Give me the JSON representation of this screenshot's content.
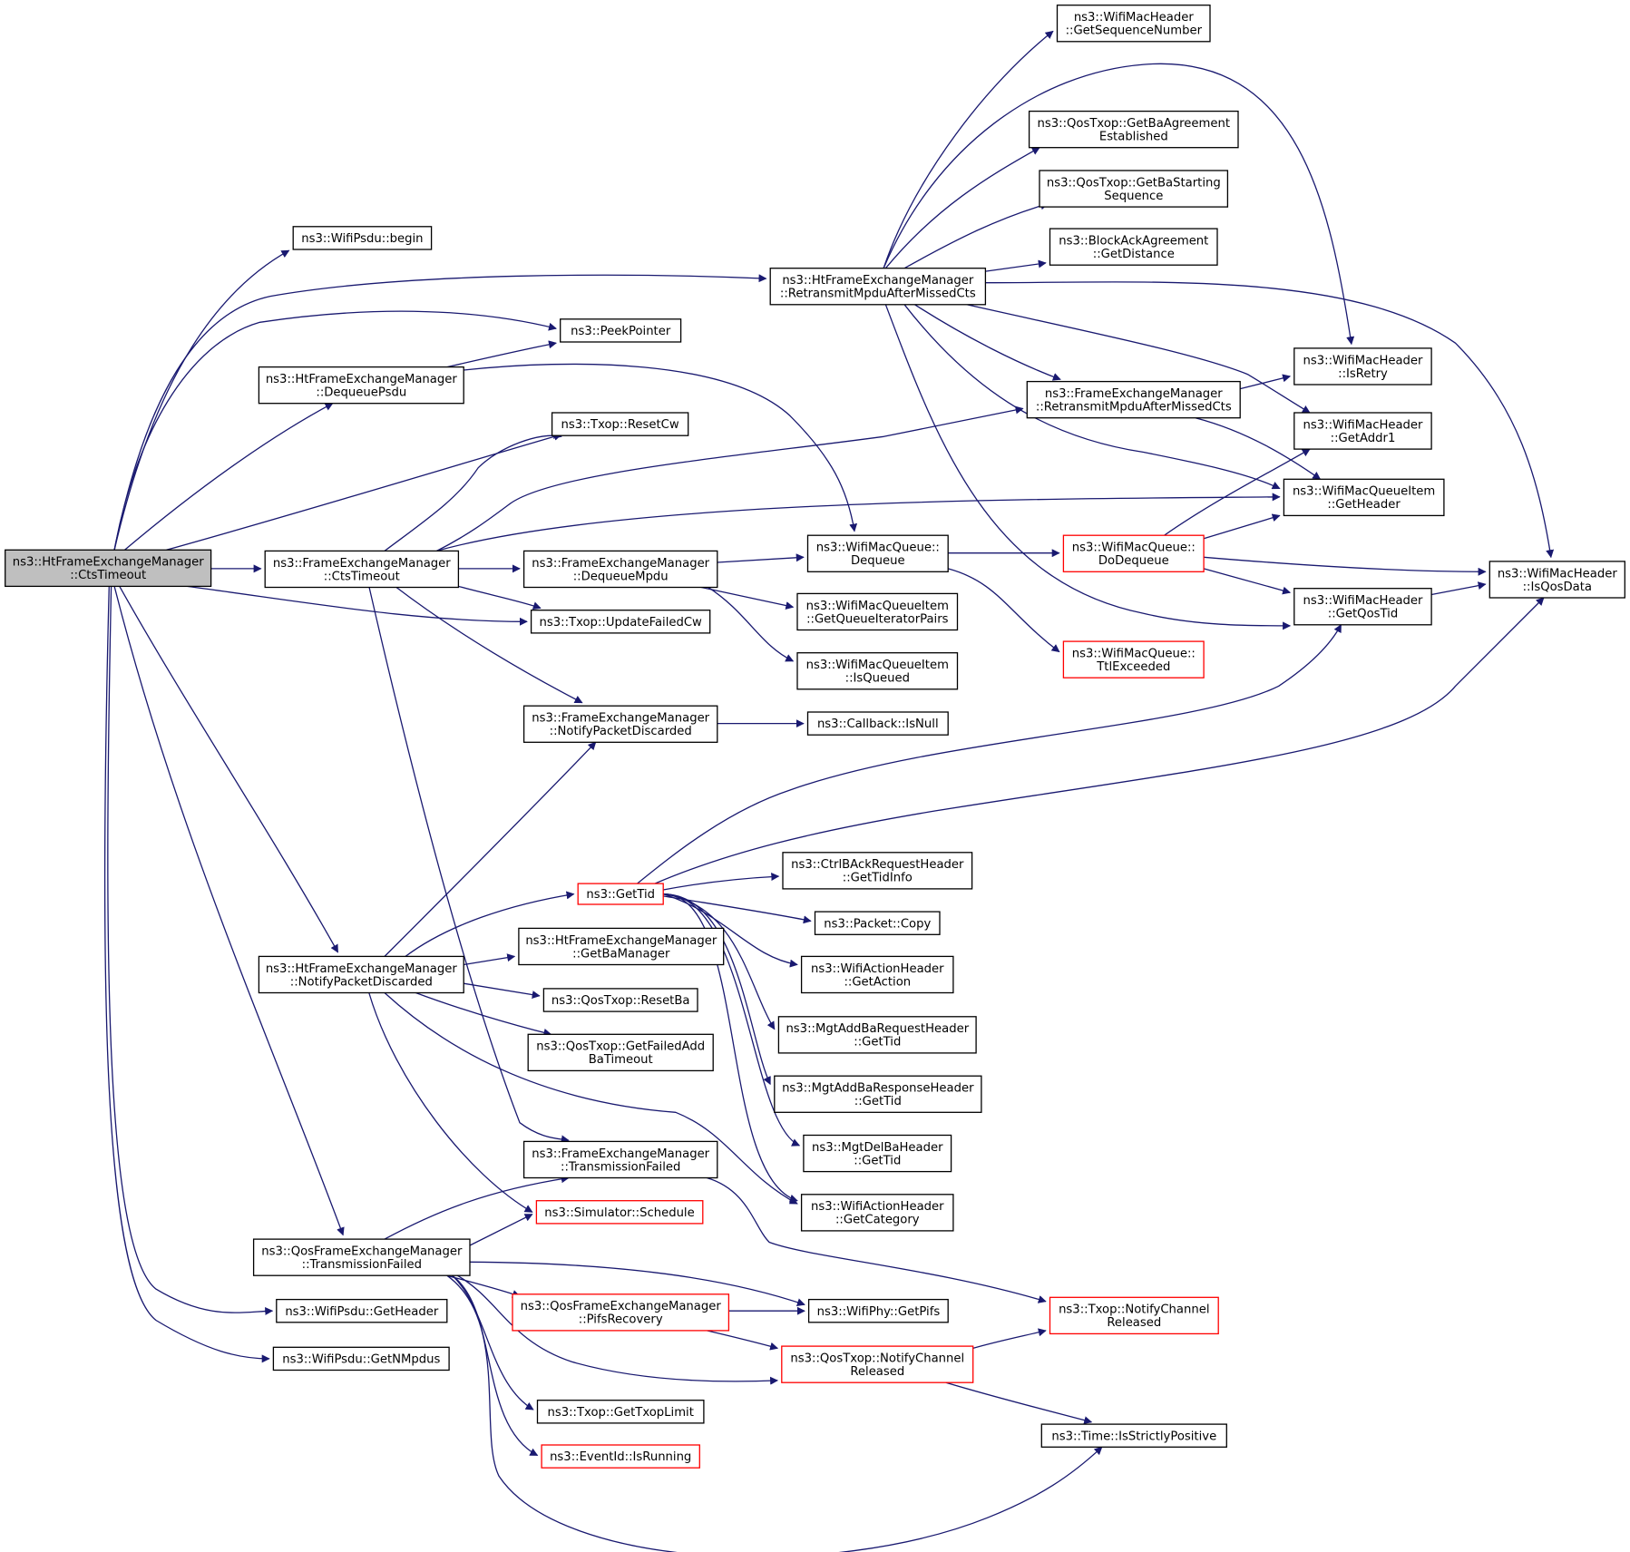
{
  "colors": {
    "edge": "#191970",
    "box_border": "#000000",
    "box_border_truncated": "#ff0000",
    "root_fill": "#bfbfbf"
  },
  "nodes": {
    "root": [
      "ns3::HtFrameExchangeManager",
      "::CtsTimeout"
    ],
    "wifipsdu_begin": [
      "ns3::WifiPsdu::begin"
    ],
    "ht_retransmit": [
      "ns3::HtFrameExchangeManager",
      "::RetransmitMpduAfterMissedCts"
    ],
    "peekpointer": [
      "ns3::PeekPointer"
    ],
    "ht_dequeuepsdu": [
      "ns3::HtFrameExchangeManager",
      "::DequeuePsdu"
    ],
    "txop_resetcw": [
      "ns3::Txop::ResetCw"
    ],
    "fem_ctstimeout": [
      "ns3::FrameExchangeManager",
      "::CtsTimeout"
    ],
    "fem_dequeuempdu": [
      "ns3::FrameExchangeManager",
      "::DequeueMpdu"
    ],
    "txop_updatefailedcw": [
      "ns3::Txop::UpdateFailedCw"
    ],
    "fem_notifypacketdiscarded": [
      "ns3::FrameExchangeManager",
      "::NotifyPacketDiscarded"
    ],
    "gettid": [
      "ns3::GetTid"
    ],
    "ht_notifypacketdiscarded": [
      "ns3::HtFrameExchangeManager",
      "::NotifyPacketDiscarded"
    ],
    "ht_getbamanager": [
      "ns3::HtFrameExchangeManager",
      "::GetBaManager"
    ],
    "qostxop_resetba": [
      "ns3::QosTxop::ResetBa"
    ],
    "qostxop_getfailedaddbatimeout": [
      "ns3::QosTxop::GetFailedAdd",
      "BaTimeout"
    ],
    "fem_transmissionfailed": [
      "ns3::FrameExchangeManager",
      "::TransmissionFailed"
    ],
    "simulator_schedule": [
      "ns3::Simulator::Schedule"
    ],
    "qosfem_transmissionfailed": [
      "ns3::QosFrameExchangeManager",
      "::TransmissionFailed"
    ],
    "wifipsdu_getheader": [
      "ns3::WifiPsdu::GetHeader"
    ],
    "wifipsdu_getnmpdus": [
      "ns3::WifiPsdu::GetNMpdus"
    ],
    "qosfem_pifsrecovery": [
      "ns3::QosFrameExchangeManager",
      "::PifsRecovery"
    ],
    "txop_gettxoplimit": [
      "ns3::Txop::GetTxopLimit"
    ],
    "eventid_isrunning": [
      "ns3::EventId::IsRunning"
    ],
    "wifimacqueue_dequeue": [
      "ns3::WifiMacQueue::",
      "Dequeue"
    ],
    "wmqi_getqueueiteratorpairs": [
      "ns3::WifiMacQueueItem",
      "::GetQueueIteratorPairs"
    ],
    "wmqi_isqueued": [
      "ns3::WifiMacQueueItem",
      "::IsQueued"
    ],
    "callback_isnull": [
      "ns3::Callback::IsNull"
    ],
    "ctrlbackrequest_gettidinfo": [
      "ns3::CtrlBAckRequestHeader",
      "::GetTidInfo"
    ],
    "packet_copy": [
      "ns3::Packet::Copy"
    ],
    "wifiactionheader_getaction": [
      "ns3::WifiActionHeader",
      "::GetAction"
    ],
    "mgtaddbarequest_gettid": [
      "ns3::MgtAddBaRequestHeader",
      "::GetTid"
    ],
    "mgtaddbaresponse_gettid": [
      "ns3::MgtAddBaResponseHeader",
      "::GetTid"
    ],
    "mgtdelba_gettid": [
      "ns3::MgtDelBaHeader",
      "::GetTid"
    ],
    "wifiactionheader_getcategory": [
      "ns3::WifiActionHeader",
      "::GetCategory"
    ],
    "wifiphy_getpifs": [
      "ns3::WifiPhy::GetPifs"
    ],
    "qostxop_notifychannelreleased": [
      "ns3::QosTxop::NotifyChannel",
      "Released"
    ],
    "wmh_getsequencenumber": [
      "ns3::WifiMacHeader",
      "::GetSequenceNumber"
    ],
    "qostxop_getbaagreementestablished": [
      "ns3::QosTxop::GetBaAgreement",
      "Established"
    ],
    "qostxop_getbastartingsequence": [
      "ns3::QosTxop::GetBaStarting",
      "Sequence"
    ],
    "blockackagreement_getdistance": [
      "ns3::BlockAckAgreement",
      "::GetDistance"
    ],
    "fem_retransmit": [
      "ns3::FrameExchangeManager",
      "::RetransmitMpduAfterMissedCts"
    ],
    "wifimacqueue_dodequeue": [
      "ns3::WifiMacQueue::",
      "DoDequeue"
    ],
    "wifimacqueue_ttlexceeded": [
      "ns3::WifiMacQueue::",
      "TtlExceeded"
    ],
    "txop_notifychannelreleased": [
      "ns3::Txop::NotifyChannel",
      "Released"
    ],
    "time_isstrictlypositive": [
      "ns3::Time::IsStrictlyPositive"
    ],
    "wmh_isretry": [
      "ns3::WifiMacHeader",
      "::IsRetry"
    ],
    "wmh_getaddr1": [
      "ns3::WifiMacHeader",
      "::GetAddr1"
    ],
    "wmqi_getheader": [
      "ns3::WifiMacQueueItem",
      "::GetHeader"
    ],
    "wmh_getqostid": [
      "ns3::WifiMacHeader",
      "::GetQosTid"
    ],
    "wmh_isqosdata": [
      "ns3::WifiMacHeader",
      "::IsQosData"
    ]
  }
}
